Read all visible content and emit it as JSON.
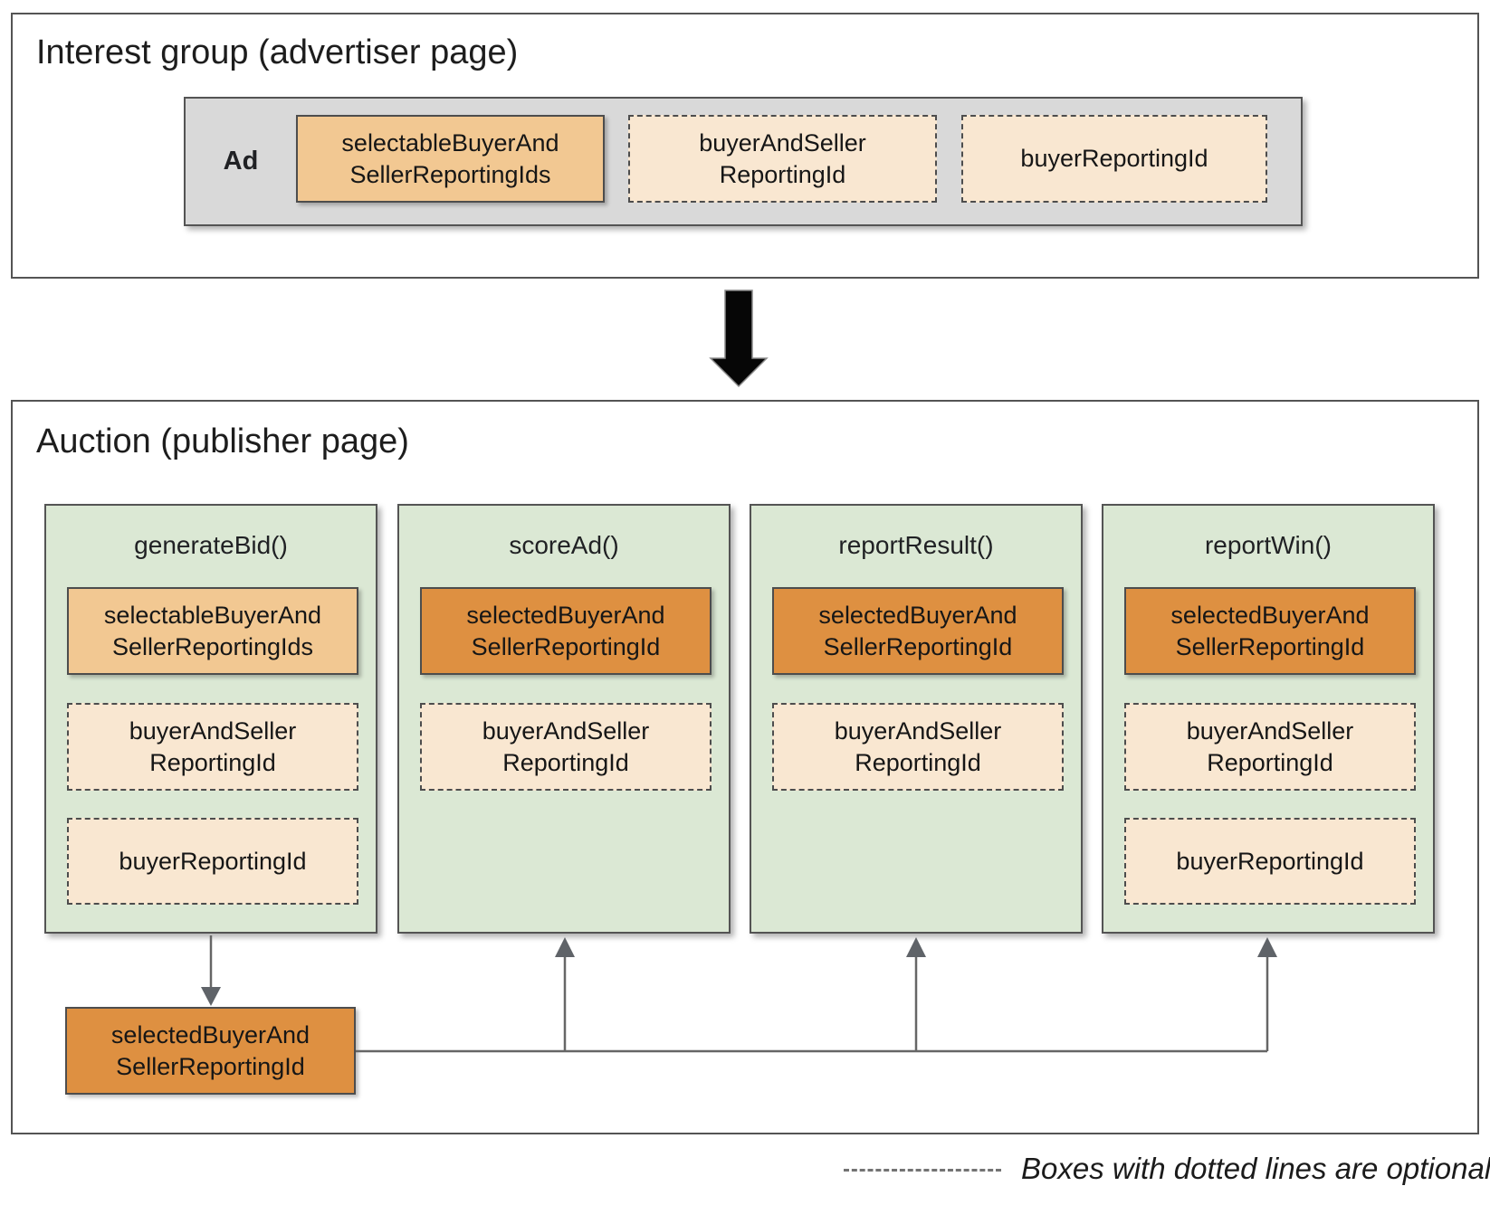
{
  "interest_group": {
    "title": "Interest group (advertiser page)",
    "ad_label": "Ad",
    "boxes": [
      {
        "label": "selectableBuyerAnd\nSellerReportingIds",
        "optional": false
      },
      {
        "label": "buyerAndSeller\nReportingId",
        "optional": true
      },
      {
        "label": "buyerReportingId",
        "optional": true
      }
    ]
  },
  "auction": {
    "title": "Auction (publisher page)",
    "columns": [
      {
        "title": "generateBid()",
        "boxes": [
          {
            "label": "selectableBuyerAnd\nSellerReportingIds",
            "optional": false
          },
          {
            "label": "buyerAndSeller\nReportingId",
            "optional": true
          },
          {
            "label": "buyerReportingId",
            "optional": true
          }
        ]
      },
      {
        "title": "scoreAd()",
        "boxes": [
          {
            "label": "selectedBuyerAnd\nSellerReportingId",
            "optional": false
          },
          {
            "label": "buyerAndSeller\nReportingId",
            "optional": true
          }
        ]
      },
      {
        "title": "reportResult()",
        "boxes": [
          {
            "label": "selectedBuyerAnd\nSellerReportingId",
            "optional": false
          },
          {
            "label": "buyerAndSeller\nReportingId",
            "optional": true
          }
        ]
      },
      {
        "title": "reportWin()",
        "boxes": [
          {
            "label": "selectedBuyerAnd\nSellerReportingId",
            "optional": false
          },
          {
            "label": "buyerAndSeller\nReportingId",
            "optional": true
          },
          {
            "label": "buyerReportingId",
            "optional": true
          }
        ]
      }
    ],
    "output_box": {
      "label": "selectedBuyerAnd\nSellerReportingId"
    }
  },
  "legend": {
    "text": "Boxes with dotted lines are optional"
  },
  "colors": {
    "panel_border": "#545454",
    "node_border": "#4d4d4d",
    "gray_fill": "#D9D9D9",
    "green_fill": "#DBE8D4",
    "light_orange": "#F2C892",
    "cream": "#F9E7D1",
    "dark_orange": "#DE9041",
    "connector": "#666666",
    "arrow_black": "#060606",
    "text": "#202124"
  }
}
